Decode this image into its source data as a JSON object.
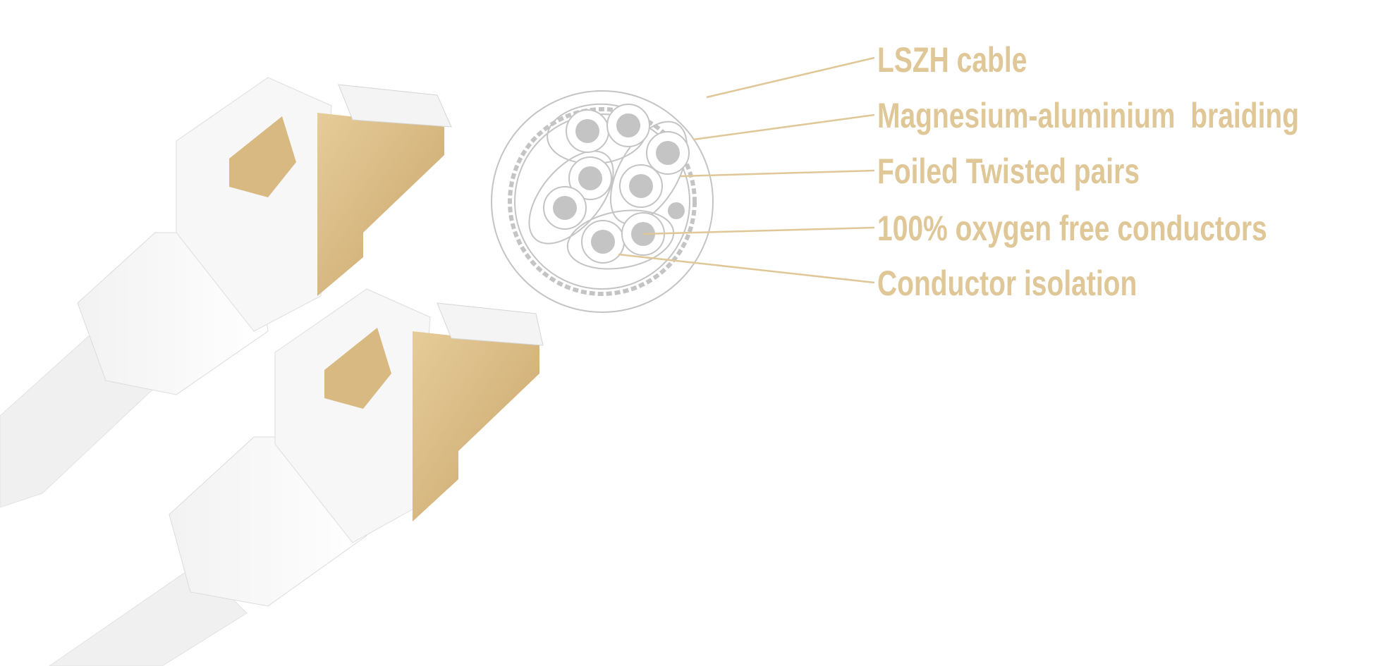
{
  "colors": {
    "accent": "#dfc797",
    "gold": "#d9b982",
    "diagram_gray": "#c4c4c4"
  },
  "labels": [
    "LSZH cable",
    "Magnesium-aluminium  braiding",
    "Foiled Twisted pairs",
    "100% oxygen free conductors",
    "Conductor isolation"
  ]
}
